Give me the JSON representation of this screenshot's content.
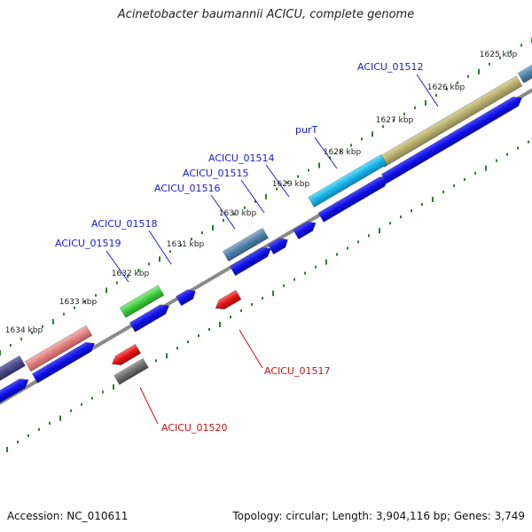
{
  "title": "Acinetobacter baumannii ACICU, complete genome",
  "footer": {
    "accession": "Accession: NC_010611",
    "summary": "Topology: circular; Length: 3,904,116 bp; Genes: 3,749"
  },
  "ticks": [
    {
      "label": "1625 kbp"
    },
    {
      "label": "1626 kbp"
    },
    {
      "label": "1627 kbp"
    },
    {
      "label": "1628 kbp"
    },
    {
      "label": "1629 kbp"
    },
    {
      "label": "1630 kbp"
    },
    {
      "label": "1631 kbp"
    },
    {
      "label": "1632 kbp"
    },
    {
      "label": "1633 kbp"
    },
    {
      "label": "1634 kbp"
    }
  ],
  "gene_labels": [
    {
      "text": "ACICU_01512",
      "strand": "forward"
    },
    {
      "text": "purT",
      "strand": "forward"
    },
    {
      "text": "ACICU_01514",
      "strand": "forward"
    },
    {
      "text": "ACICU_01515",
      "strand": "forward"
    },
    {
      "text": "ACICU_01516",
      "strand": "forward"
    },
    {
      "text": "ACICU_01518",
      "strand": "forward"
    },
    {
      "text": "ACICU_01519",
      "strand": "forward"
    },
    {
      "text": "ACICU_01517",
      "strand": "reverse"
    },
    {
      "text": "ACICU_01520",
      "strand": "reverse"
    }
  ],
  "colors": {
    "forward_label": "#1a1acc",
    "reverse_label": "#cc1111",
    "tick": "#2e7d2e",
    "backbone": "#888888",
    "cds": "#1212e6",
    "reverse_gene": "#e01010"
  }
}
